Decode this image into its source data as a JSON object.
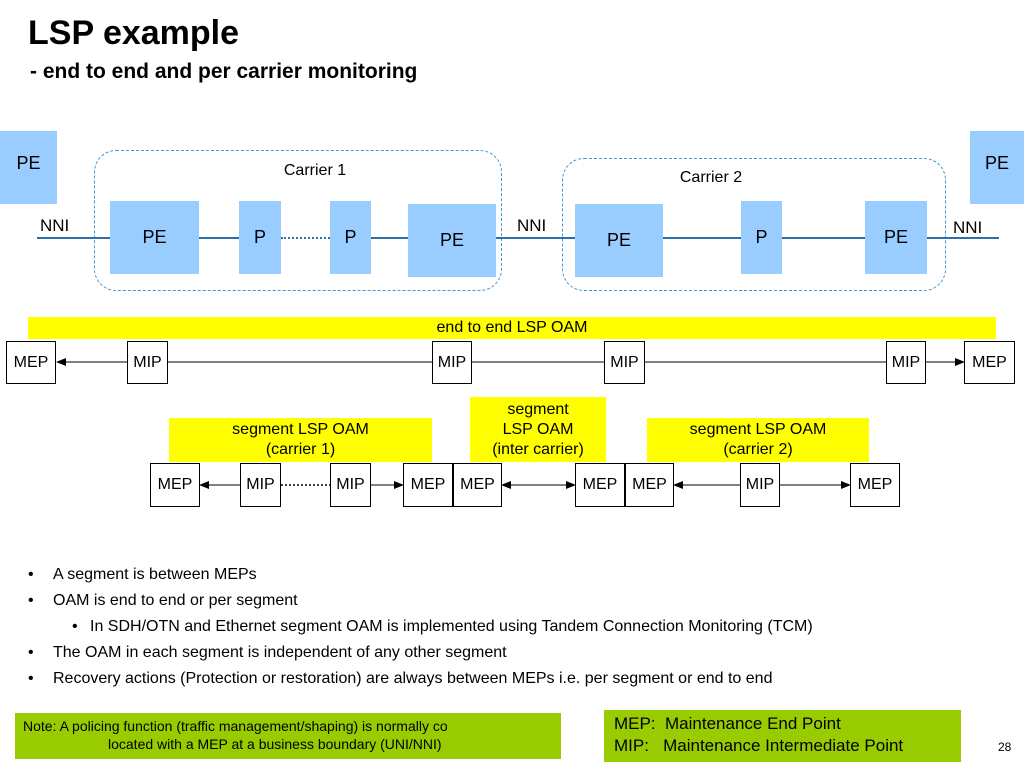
{
  "title": "LSP example",
  "subtitle": "- end to end and per carrier monitoring",
  "network": {
    "pe_left": "PE",
    "pe_right": "PE",
    "nni_left": "NNI",
    "nni_middle": "NNI",
    "nni_right": "NNI",
    "carrier1": {
      "label": "Carrier 1",
      "nodes": [
        "PE",
        "P",
        "P",
        "PE"
      ]
    },
    "carrier2": {
      "label": "Carrier 2",
      "nodes": [
        "PE",
        "P",
        "PE"
      ]
    }
  },
  "oam": {
    "end_to_end_label": "end to end LSP OAM",
    "end_to_end_points": [
      "MEP",
      "MIP",
      "MIP",
      "MIP",
      "MIP",
      "MEP"
    ],
    "segment1_label": "segment LSP OAM\n(carrier 1)",
    "segment_inter_label": "segment\nLSP OAM\n(inter carrier)",
    "segment2_label": "segment LSP OAM\n(carrier 2)",
    "segment_points": [
      "MEP",
      "MIP",
      "MIP",
      "MEP",
      "MEP",
      "MEP",
      "MEP",
      "MIP",
      "MEP"
    ]
  },
  "bullets": [
    "A segment is between MEPs",
    "OAM is end to end or per segment",
    "In SDH/OTN and Ethernet segment OAM is implemented using Tandem Connection Monitoring (TCM)",
    "The OAM in each segment is independent of any other segment",
    "Recovery actions (Protection or restoration) are always between MEPs i.e. per segment or end to end"
  ],
  "note": {
    "line1": "Note: A policing function (traffic management/shaping) is normally co",
    "line2": "located with a MEP at a business boundary (UNI/NNI)"
  },
  "legend": {
    "mep": "MEP:  Maintenance End Point",
    "mip": "MIP:   Maintenance Intermediate Point"
  },
  "page_number": "28",
  "colors": {
    "node_fill": "#99ccff",
    "highlight": "#ffff00",
    "note_fill": "#99cc00",
    "carrier_border": "#3a9bd5"
  }
}
